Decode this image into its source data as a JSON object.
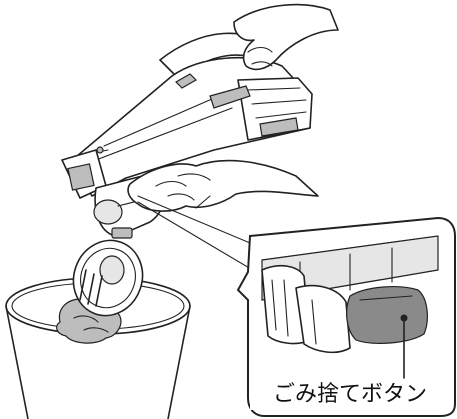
{
  "callout": {
    "label": "ごみ捨てボタン"
  },
  "colors": {
    "line": "#222222",
    "button": "#8a8a8a",
    "shade": "#bdbdbd",
    "background": "#ffffff"
  },
  "icons": [
    "handheld-vacuum",
    "trash-bin",
    "dust-clump",
    "hand",
    "dust-release-button"
  ]
}
